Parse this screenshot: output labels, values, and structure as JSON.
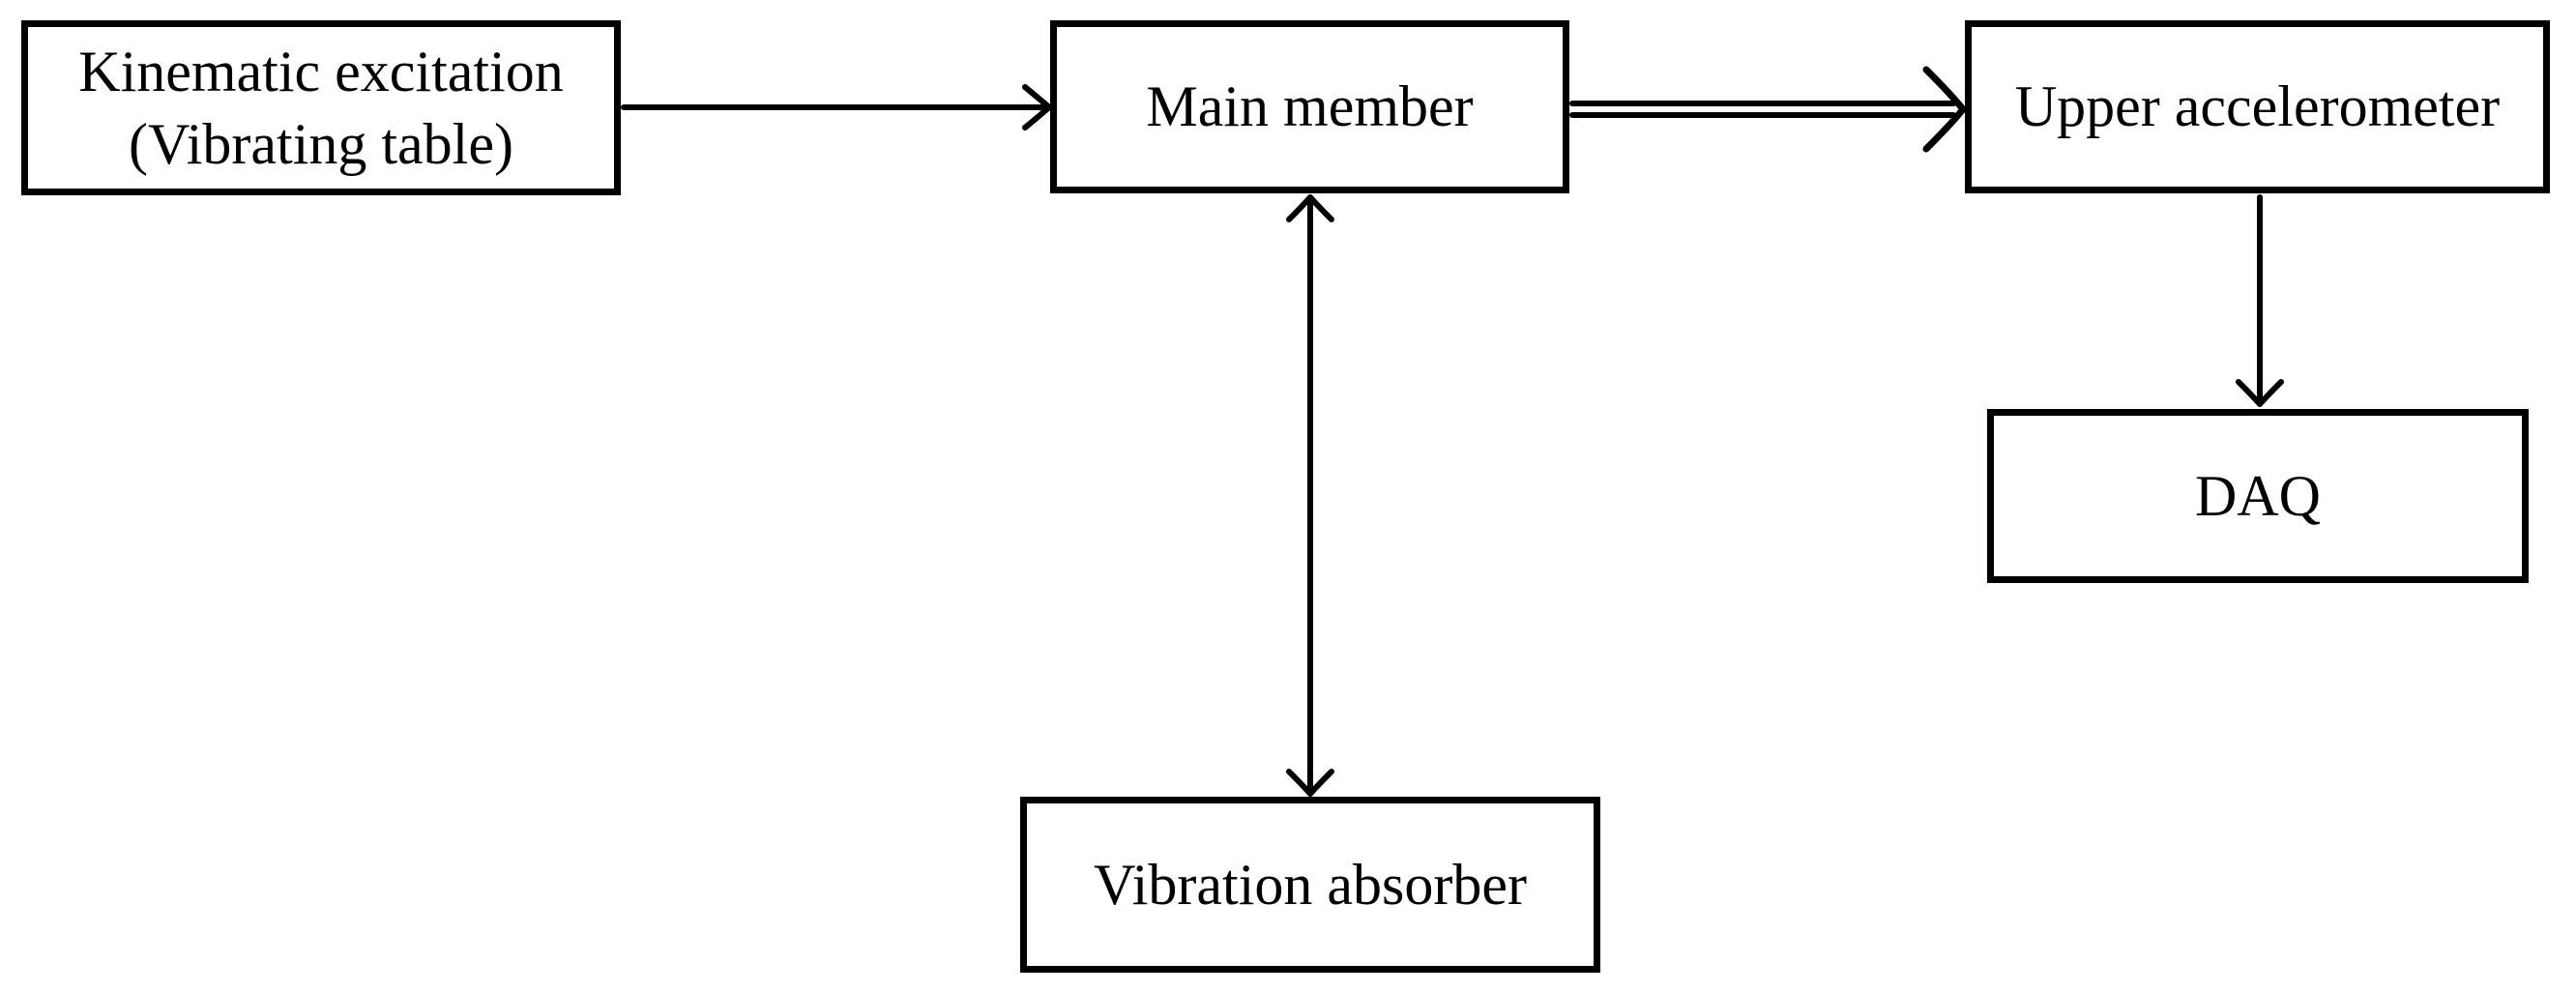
{
  "diagram": {
    "background_color": "#ffffff",
    "line_color": "#000000",
    "nodes": {
      "kinematic": {
        "line1": "Kinematic excitation",
        "line2": "(Vibrating table)"
      },
      "main": {
        "label": "Main member"
      },
      "upper": {
        "label": "Upper accelerometer"
      },
      "daq": {
        "label": "DAQ"
      },
      "absorber": {
        "label": "Vibration absorber"
      }
    },
    "edges": [
      {
        "from": "Kinematic excitation (Vibrating table)",
        "to": "Main member",
        "style": "single-line-arrow",
        "direction": "right"
      },
      {
        "from": "Main member",
        "to": "Upper accelerometer",
        "style": "double-line-arrow",
        "direction": "right"
      },
      {
        "from": "Main member",
        "to": "Vibration absorber",
        "style": "double-headed-arrow",
        "direction": "vertical-both"
      },
      {
        "from": "Upper accelerometer",
        "to": "DAQ",
        "style": "single-line-arrow",
        "direction": "down"
      }
    ]
  }
}
